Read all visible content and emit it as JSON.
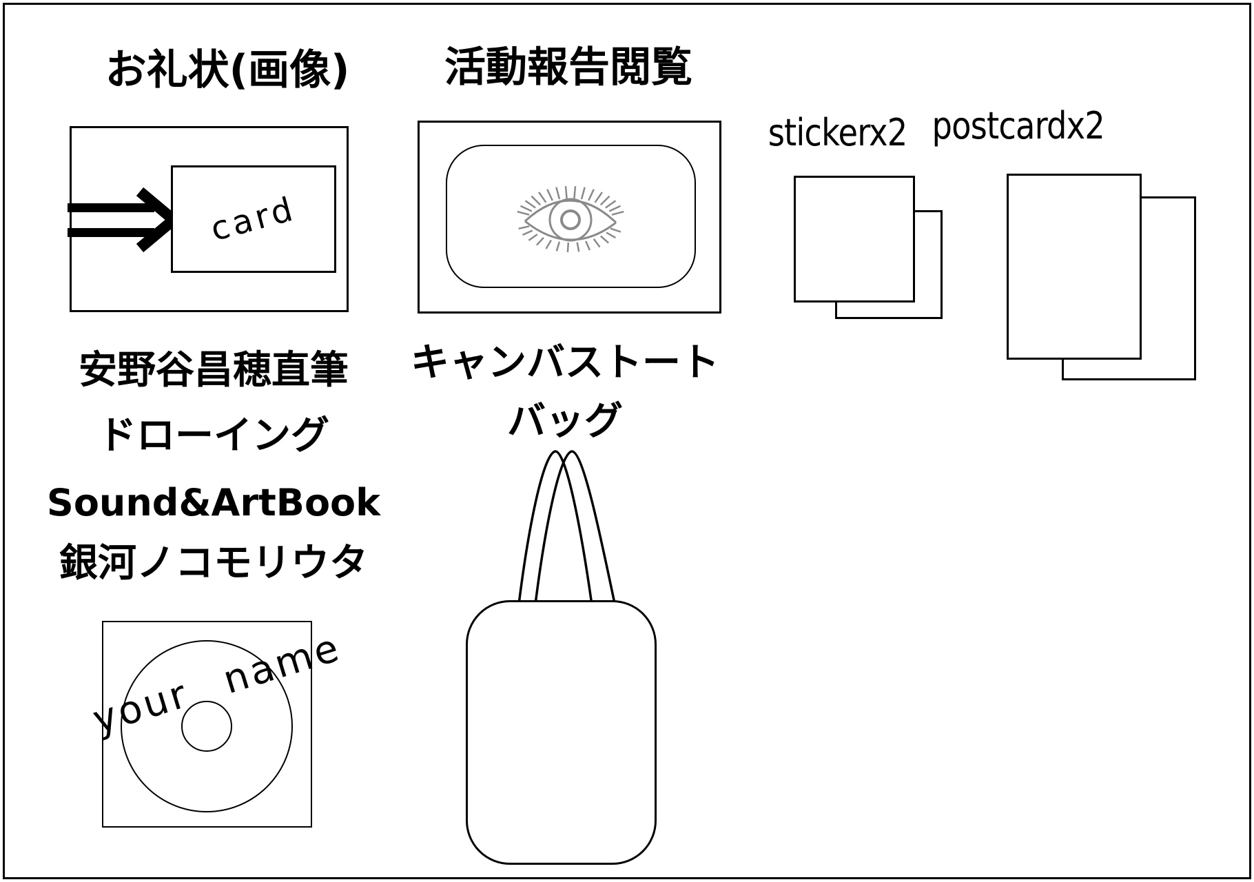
{
  "canvas": {
    "bg": "#ffffff",
    "line_color": "#000000",
    "sketch_gray": "#8a8a8a"
  },
  "rewards": {
    "thank_you_card": {
      "title": "お礼状(画像)",
      "card_label": "card"
    },
    "activity_report": {
      "title": "活動報告閲覧"
    },
    "sticker": {
      "label": "stickerx2"
    },
    "postcard": {
      "label": "postcardx2"
    },
    "artbook": {
      "line1": "安野谷昌穂直筆",
      "line2": "ドローイング",
      "line3": "Sound&ArtBook",
      "line4": "銀河ノコモリウタ",
      "disc_label": "your name"
    },
    "tote_bag": {
      "line1": "キャンバストート",
      "line2": "バッグ"
    }
  }
}
